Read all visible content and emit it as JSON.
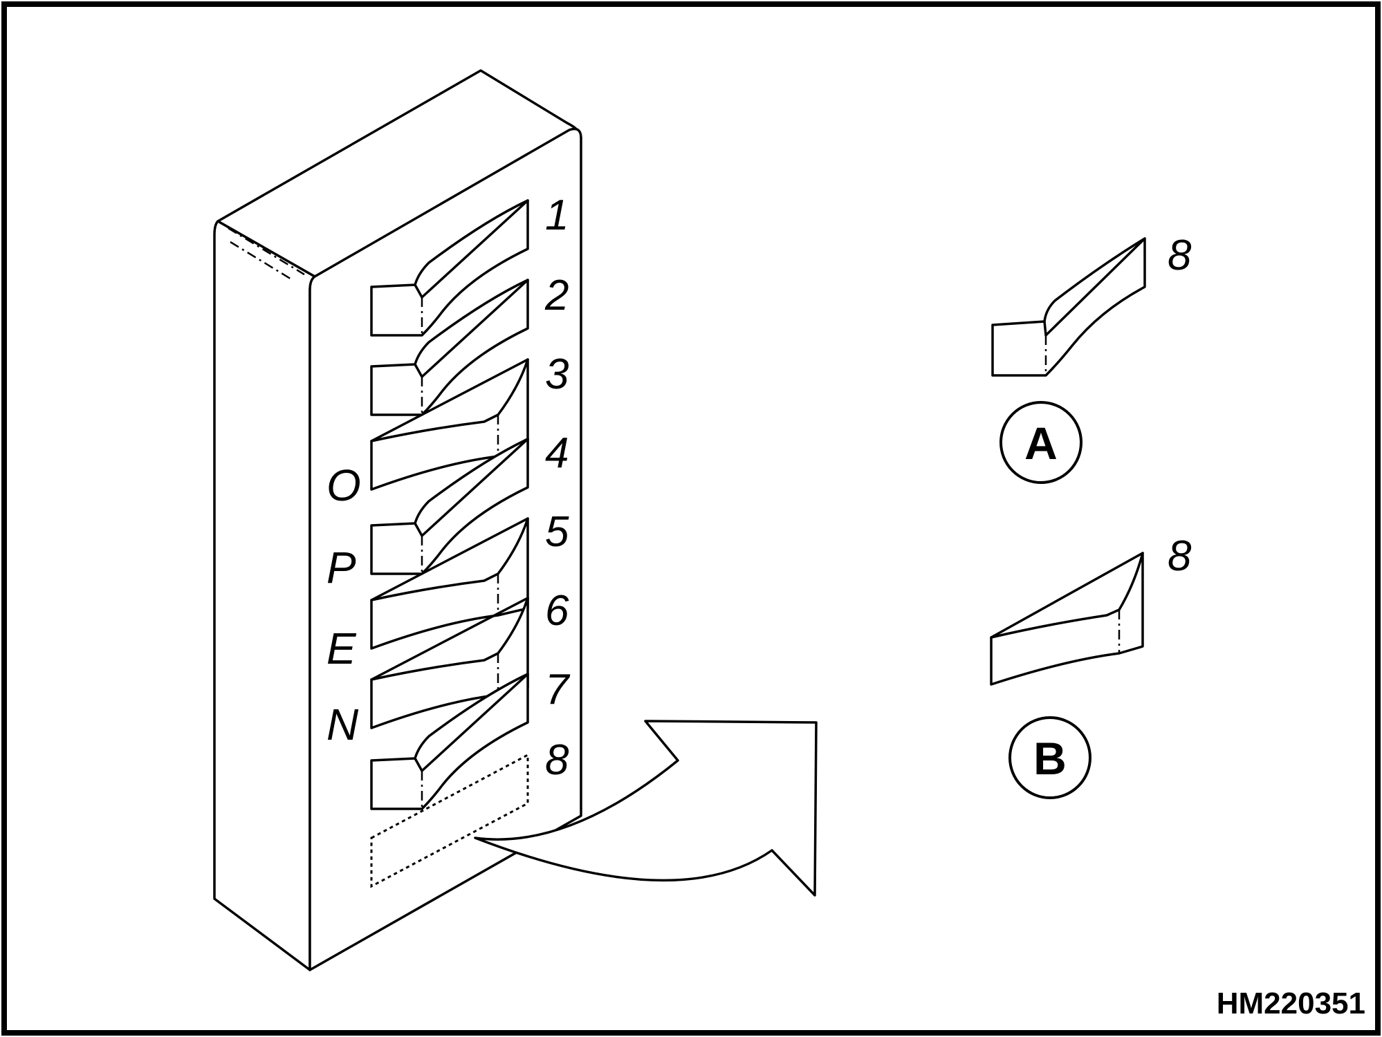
{
  "switch_numbers": [
    "1",
    "2",
    "3",
    "4",
    "5",
    "6",
    "7",
    "8"
  ],
  "open_label": [
    "O",
    "P",
    "E",
    "N"
  ],
  "detail_switch_number": "8",
  "callout_a": "A",
  "callout_b": "B",
  "figure_code": "HM220351"
}
